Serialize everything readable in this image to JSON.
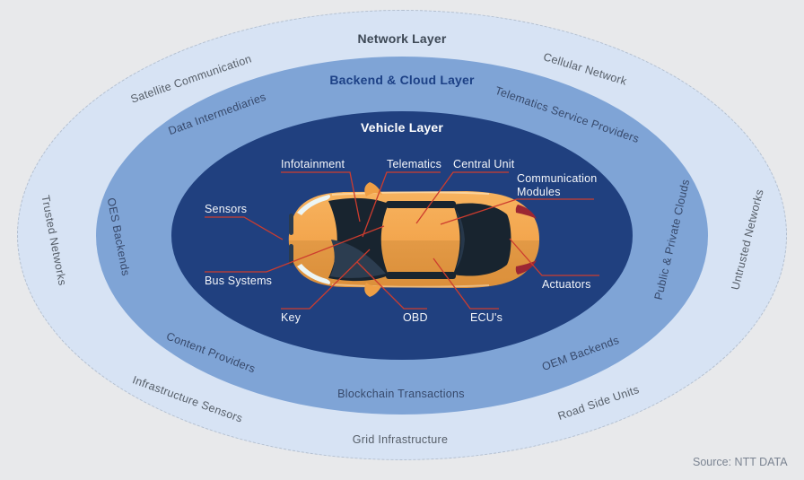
{
  "layers": {
    "network": "Network Layer",
    "backend_cloud": "Backend & Cloud Layer",
    "vehicle": "Vehicle Layer"
  },
  "ring_labels": {
    "satellite_communication": "Satellite Communication",
    "cellular_network": "Cellular Network",
    "data_intermediaries": "Data Intermediaries",
    "telematics_service_providers": "Telematics Service Providers",
    "trusted_networks": "Trusted Networks",
    "oes_backends": "OES Backends",
    "public_private_clouds": "Public & Private Clouds",
    "untrusted_networks": "Untrusted Networks",
    "content_providers": "Content Providers",
    "oem_backends": "OEM Backends",
    "infrastructure_sensors": "Infrastructure Sensors",
    "road_side_units": "Road Side Units",
    "blockchain_transactions": "Blockchain Transactions",
    "grid_infrastructure": "Grid Infrastructure"
  },
  "car_labels": {
    "infotainment": "Infotainment",
    "telematics": "Telematics",
    "central_unit": "Central Unit",
    "communication_modules": "Communication Modules",
    "sensors": "Sensors",
    "bus_systems": "Bus Systems",
    "key": "Key",
    "obd": "OBD",
    "ecus": "ECU's",
    "actuators": "Actuators"
  },
  "source": "Source: NTT DATA",
  "colors": {
    "background": "#e8e9eb",
    "outer_ring": "#d7e3f4",
    "middle_ring": "#7fa4d6",
    "inner_ellipse": "#20407f",
    "car_body": "#f3a64e",
    "glass": "#18242f",
    "leader_line": "#cd3c2e",
    "outer_label_text": "#565e68",
    "middle_label_text": "#37496b"
  }
}
